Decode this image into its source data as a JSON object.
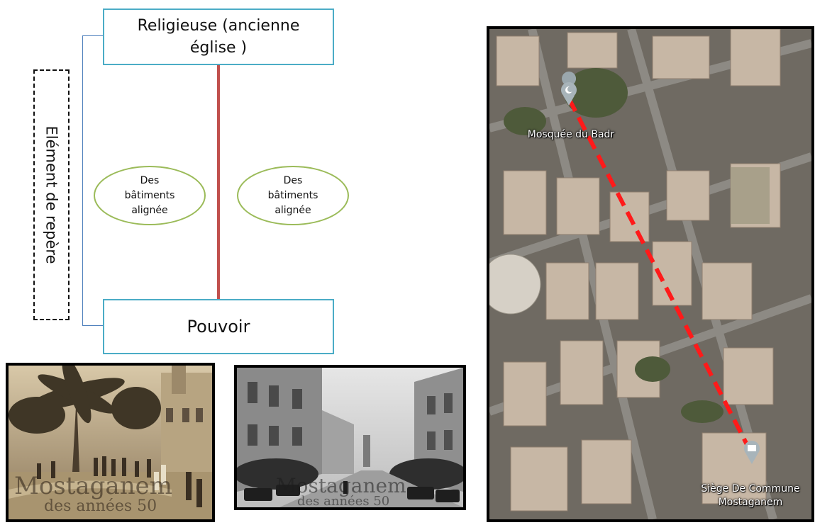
{
  "diagram": {
    "top_box": "Religieuse (ancienne église )",
    "bottom_box": "Pouvoir",
    "side_label": "Elément de repère",
    "left_ellipse": "Des\nbâtiments\nalignée",
    "right_ellipse": "Des\nbâtiments\nalignée",
    "colors": {
      "box_border": "#4bacc6",
      "axis_line": "#c0504d",
      "ellipse_border": "#9bbb59",
      "connector": "#4f81bd"
    }
  },
  "photos": {
    "left": {
      "watermark_line1": "Mostaganem",
      "watermark_line2": "des années 50"
    },
    "middle": {
      "watermark_line1": "Mostaganem",
      "watermark_line2": "des années 50"
    }
  },
  "map": {
    "pin_top_label": "Mosquée du Badr",
    "pin_bottom_label_line1": "Siège De Commune",
    "pin_bottom_label_line2": "Mostaganem",
    "route_color": "#ff1a1a"
  }
}
